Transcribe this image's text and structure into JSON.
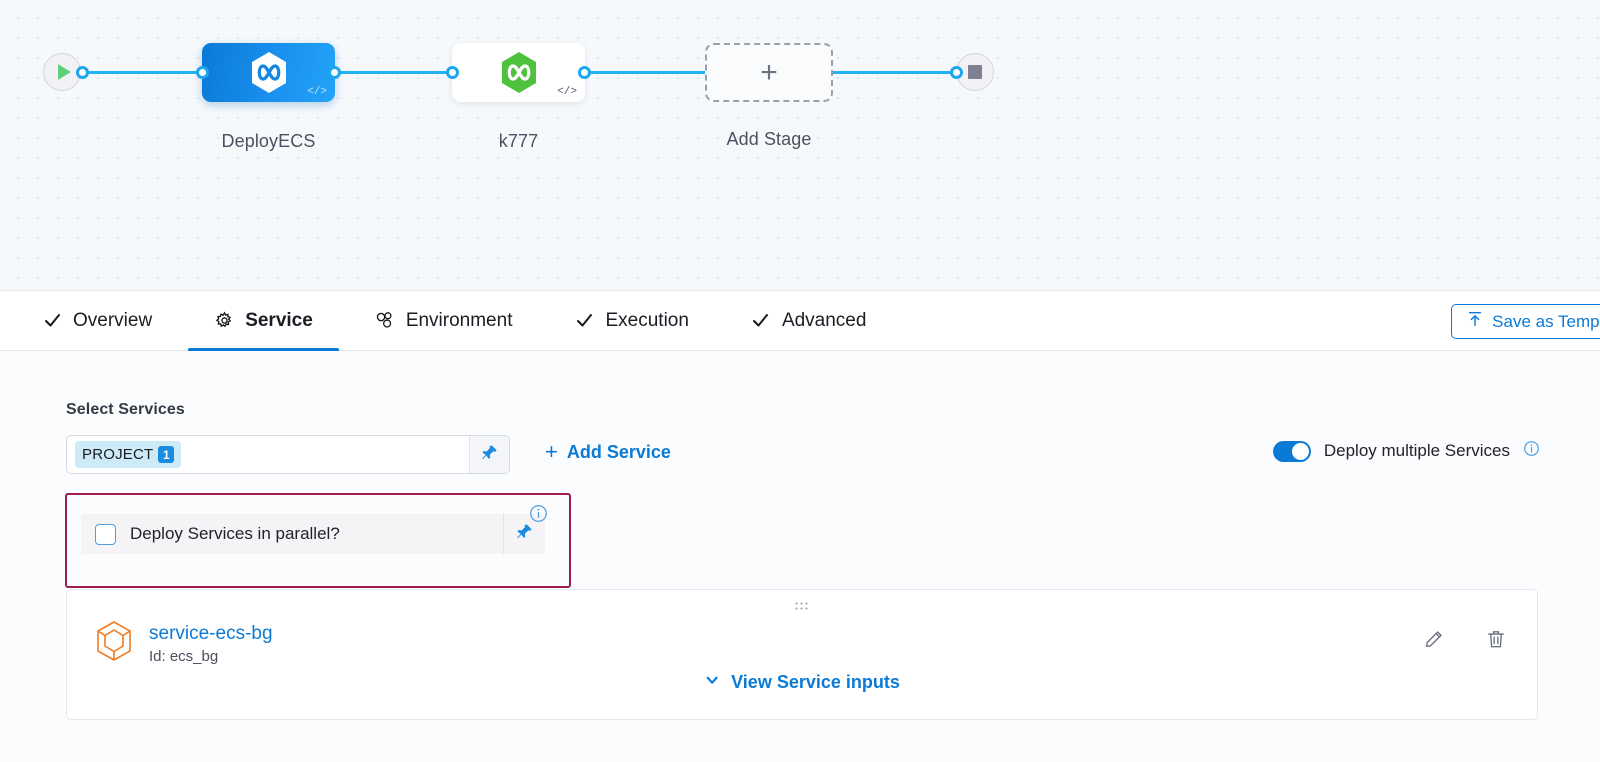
{
  "pipeline": {
    "start_node": {
      "icon": "play-icon"
    },
    "end_node": {
      "icon": "stop-icon"
    },
    "stages": [
      {
        "label": "DeployECS",
        "icon": "harness-hexagon-icon",
        "code_tag": "</>",
        "selected": true
      },
      {
        "label": "k777",
        "icon": "harness-hexagon-green-icon",
        "code_tag": "</>",
        "selected": false
      }
    ],
    "add_stage": {
      "label": "Add Stage",
      "icon": "plus-icon"
    }
  },
  "tabs": [
    {
      "label": "Overview",
      "icon": "check-icon",
      "active": false
    },
    {
      "label": "Service",
      "icon": "gear-icon",
      "active": true
    },
    {
      "label": "Environment",
      "icon": "environment-icon",
      "active": false
    },
    {
      "label": "Execution",
      "icon": "check-icon",
      "active": false
    },
    {
      "label": "Advanced",
      "icon": "check-icon",
      "active": false
    }
  ],
  "toolbar": {
    "share_label": "Save as Template",
    "share_icon": "upload-icon"
  },
  "service_section": {
    "title": "Select Services",
    "select": {
      "chip_label": "PROJECT",
      "chip_count": "1",
      "pin_icon": "pin-icon"
    },
    "add_service": {
      "label": "Add Service",
      "icon": "plus-icon"
    },
    "deploy_multiple": {
      "label": "Deploy multiple Services",
      "enabled": true,
      "info_icon": "info-icon"
    },
    "parallel_checkbox": {
      "label": "Deploy Services in parallel?",
      "checked": false,
      "pin_icon": "pin-icon",
      "info_icon": "info-icon",
      "highlight_color": "#9d1d50"
    },
    "service_card": {
      "drag_handle_icon": "drag-handle-icon",
      "service_icon": "service-cube-icon",
      "name": "service-ecs-bg",
      "id_text": "Id: ecs_bg",
      "edit_icon": "pencil-icon",
      "delete_icon": "trash-icon",
      "view_inputs_label": "View Service inputs",
      "view_inputs_icon": "chevron-down-icon"
    }
  },
  "colors": {
    "accent": "#0b7ad6",
    "edge": "#24b3f0",
    "highlight": "#9d1d50",
    "green": "#4ec23c"
  }
}
